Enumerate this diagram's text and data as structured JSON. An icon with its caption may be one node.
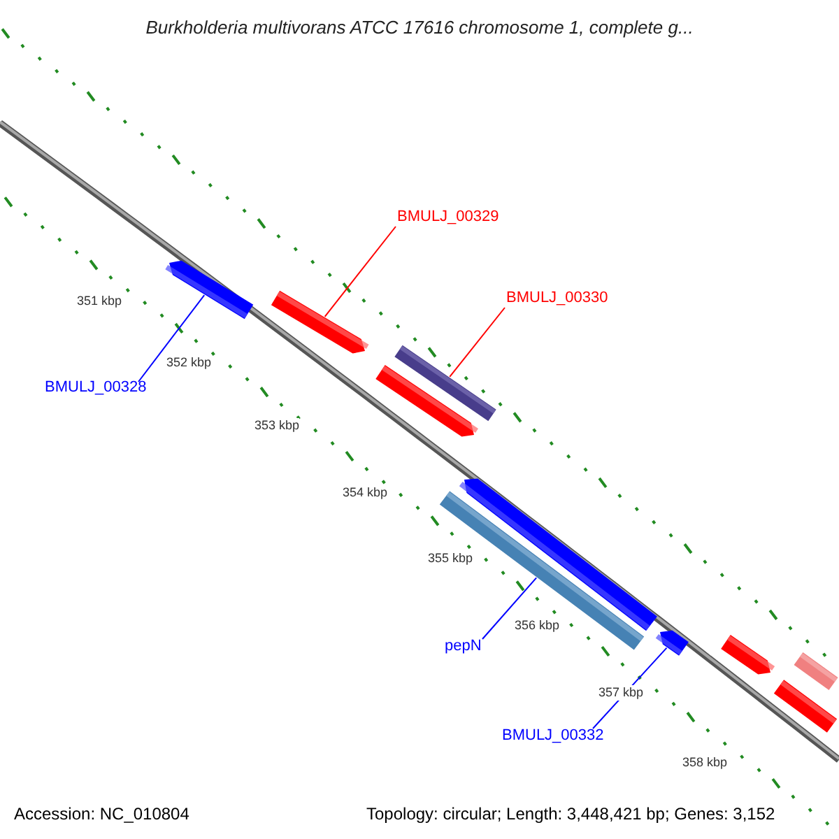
{
  "diagram": {
    "title": "Burkholderia multivorans ATCC 17616 chromosome 1, complete g...",
    "nodes": [
      {
        "text": [
          "BMULJ_00329"
        ]
      },
      {
        "text": [
          "BMULJ_00330"
        ]
      },
      {
        "text": [],
        "shape": "pentagon"
      },
      {
        "text": [],
        "shape": "pentagon"
      },
      {
        "text": [],
        "shape": "bar"
      },
      {
        "text": [],
        "shape": "pentagon"
      },
      {
        "text": [
          "BMULJ_00328"
        ]
      },
      {
        "text": [],
        "shape": "pentagon"
      },
      {
        "text": [],
        "shape": "bar"
      },
      {
        "text": [
          "pepN"
        ]
      },
      {
        "text": [],
        "shape": "pentagon"
      },
      {
        "text": [],
        "shape": "pentagon"
      },
      {
        "text": [],
        "shape": "bar"
      },
      {
        "text": [],
        "shape": "bar"
      },
      {
        "text": [
          "BMULJ_00332"
        ]
      }
    ],
    "edges": [
      {
        "from": 0,
        "to": 3,
        "arrow": "none",
        "color": "#ff0000"
      },
      {
        "from": 1,
        "to": 4,
        "arrow": "none",
        "color": "#ff0000"
      },
      {
        "from": 6,
        "to": 2,
        "arrow": "none",
        "color": "#0000ff"
      },
      {
        "from": 9,
        "to": 8,
        "arrow": "none",
        "color": "#0000ff"
      },
      {
        "from": 14,
        "to": 10,
        "arrow": "none",
        "color": "#0000ff"
      }
    ],
    "labels": [
      "351 kbp",
      "352 kbp",
      "353 kbp",
      "354 kbp",
      "355 kbp",
      "356 kbp",
      "357 kbp",
      "358 kbp",
      "Accession: NC_010804",
      "Topology: circular; Length: 3,448,421 bp; Genes: 3,152"
    ]
  }
}
